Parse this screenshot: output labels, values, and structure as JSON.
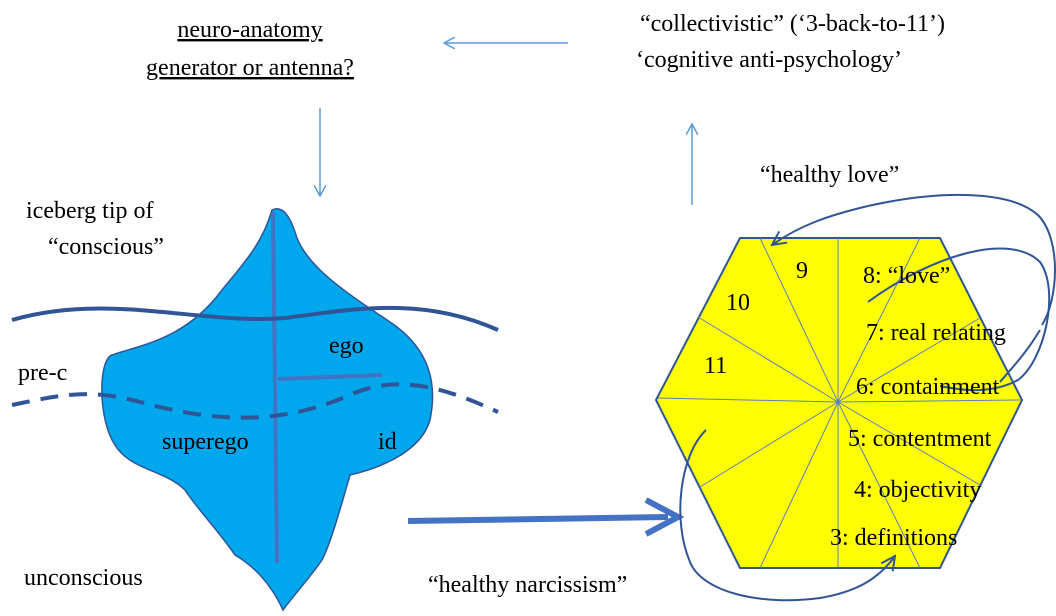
{
  "colors": {
    "iceberg_fill": "#00a7ec",
    "hexagon_fill": "#ffff00",
    "line_blue": "#2f5597",
    "segment_line": "#5b7fc4",
    "thin_arrow": "#5b9bd5",
    "thick_arrow": "#4472c4"
  },
  "header_left": {
    "line1": "neuro-anatomy",
    "line2": "generator or antenna?"
  },
  "header_right": {
    "line1": "“collectivistic” (‘3-back-to-11’)",
    "line2": "‘cognitive anti-psychology’"
  },
  "iceberg": {
    "tip_label_line1": "iceberg tip of",
    "tip_label_line2": "“conscious”",
    "pre_c": "pre-c",
    "ego": "ego",
    "superego": "superego",
    "id": "id",
    "unconscious": "unconscious"
  },
  "hexagon": {
    "title": "“healthy love”",
    "bottom_caption": "“healthy narcissism”",
    "segments": [
      {
        "label": "9"
      },
      {
        "label": "10"
      },
      {
        "label": "11"
      },
      {
        "label": "8: “love”"
      },
      {
        "label": "7: real relating"
      },
      {
        "label": "6: containment"
      },
      {
        "label": "5: contentment"
      },
      {
        "label": "4: objectivity"
      },
      {
        "label": "3: definitions"
      }
    ]
  }
}
